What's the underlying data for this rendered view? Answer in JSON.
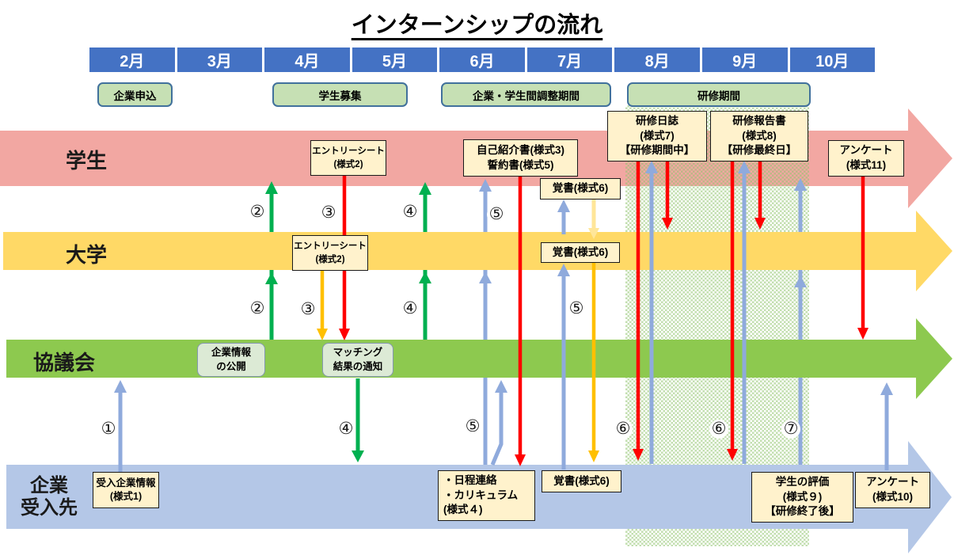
{
  "title": "インターンシップの流れ",
  "months": [
    "2月",
    "3月",
    "4月",
    "5月",
    "6月",
    "7月",
    "8月",
    "9月",
    "10月"
  ],
  "period_labels": [
    "企業申込",
    "学生募集",
    "企業・学生間調整期間",
    "研修期間"
  ],
  "lanes": {
    "student": "学生",
    "university": "大学",
    "council": "協議会",
    "company": "企業\n受入先"
  },
  "boxes": {
    "accept_company_info": "受入企業情報\n(様式1)",
    "entry_sheet_student": "エントリーシート\n(様式2)",
    "entry_sheet_university": "エントリーシート\n(様式2)",
    "company_info_release": "企業情報\nの公開",
    "matching_notice": "マッチング\n結果の通知",
    "self_intro_pledge": "自己紹介書(様式3)\n誓約書(様式5)",
    "memo_student": "覚書(様式6)",
    "memo_university": "覚書(様式6)",
    "memo_company": "覚書(様式6)",
    "schedule_curriculum": "・日程連絡\n・カリキュラム\n(様式４)",
    "training_diary": "研修日誌\n(様式7)\n【研修期間中】",
    "training_report": "研修報告書\n(様式8)\n【研修最終日】",
    "survey_11": "アンケート\n(様式11)",
    "student_evaluation": "学生の評価\n(様式９)\n【研修終了後】",
    "survey_10": "アンケート\n(様式10)"
  },
  "steps": [
    "①",
    "②",
    "③",
    "④",
    "⑤",
    "⑥",
    "⑦"
  ],
  "colors": {
    "band_student": "#F2A7A2",
    "band_university": "#FFD966",
    "band_council": "#8DC94F",
    "band_company": "#B4C7E7",
    "month_header": "#4472C4",
    "doc_box": "#FFF2CC",
    "period_box": "#C6E0B4",
    "period_border": "#41719C",
    "green_box": "#DCEAD5",
    "hatch_green": "#92C570",
    "red": "#FF0000",
    "blue": "#8FAADC",
    "green": "#00B050",
    "orange": "#FFC000",
    "light_yellow": "#FFE699"
  }
}
